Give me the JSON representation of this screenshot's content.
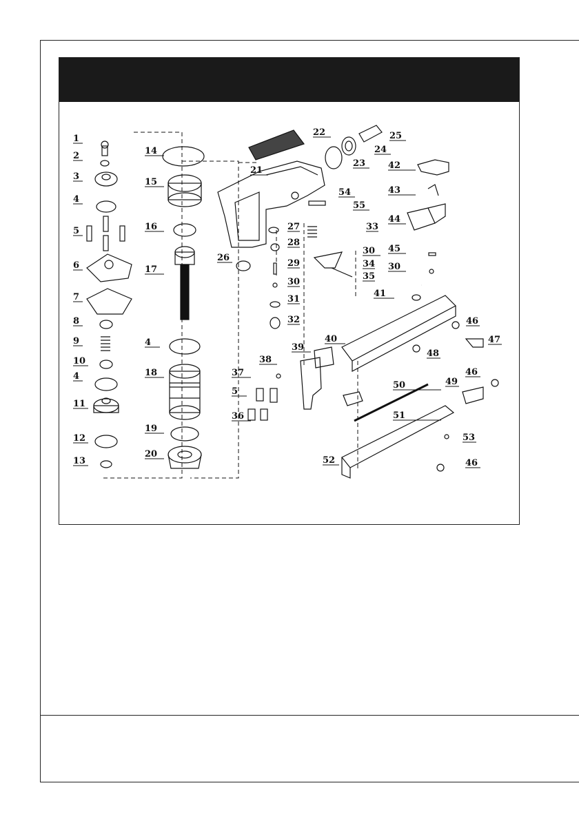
{
  "diagram": {
    "header_text": "",
    "callouts": [
      "1",
      "2",
      "3",
      "4",
      "5",
      "6",
      "7",
      "8",
      "9",
      "10",
      "11",
      "12",
      "13",
      "14",
      "15",
      "16",
      "17",
      "18",
      "19",
      "20",
      "21",
      "22",
      "23",
      "24",
      "25",
      "26",
      "27",
      "28",
      "29",
      "30",
      "31",
      "32",
      "33",
      "34",
      "35",
      "36",
      "37",
      "38",
      "39",
      "40",
      "41",
      "42",
      "43",
      "44",
      "45",
      "46",
      "47",
      "48",
      "49",
      "50",
      "51",
      "52",
      "53",
      "54",
      "55"
    ]
  },
  "colors": {
    "ink": "#111111",
    "header_bar": "#1a1a1a",
    "paper": "#ffffff"
  }
}
